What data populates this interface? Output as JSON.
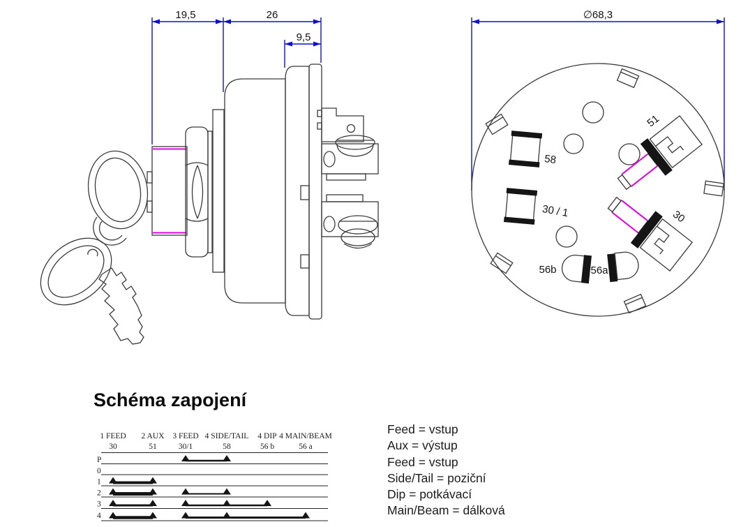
{
  "title": "Schéma zapojení",
  "side_view": {
    "dim_cylinder": "19,5",
    "dim_body": "26",
    "dim_rear": "9,5"
  },
  "rear_view": {
    "dim_diameter": "∅68,3",
    "labels": {
      "t58": "58",
      "t30_1": "30 / 1",
      "t51": "51",
      "t30": "30",
      "t56b": "56b",
      "t56a": "56a"
    }
  },
  "schema": {
    "columns": [
      {
        "name": "1 FEED",
        "terminal": "30"
      },
      {
        "name": "2 AUX",
        "terminal": "51"
      },
      {
        "name": "3 FEED",
        "terminal": "30/1"
      },
      {
        "name": "4 SIDE/TAIL",
        "terminal": "58"
      },
      {
        "name": "4 DIP",
        "terminal": "56 b"
      },
      {
        "name": "4 MAIN/BEAM",
        "terminal": "56 a"
      }
    ],
    "rows": [
      {
        "label": "P",
        "connections": [
          {
            "between": [
              "30/1",
              "58"
            ],
            "weight": 2.5
          }
        ]
      },
      {
        "label": "0",
        "connections": []
      },
      {
        "label": "1",
        "connections": [
          {
            "between": [
              "30",
              "51"
            ],
            "weight": 4
          }
        ]
      },
      {
        "label": "2",
        "connections": [
          {
            "between": [
              "30",
              "51"
            ],
            "weight": 5
          },
          {
            "between": [
              "30/1",
              "58"
            ],
            "weight": 2
          }
        ]
      },
      {
        "label": "3",
        "connections": [
          {
            "between": [
              "30",
              "51"
            ],
            "weight": 3
          },
          {
            "between": [
              "30/1",
              "58",
              "56 b"
            ],
            "weight": 2.5
          }
        ]
      },
      {
        "label": "4",
        "connections": [
          {
            "between": [
              "30",
              "51"
            ],
            "weight": 4.5
          },
          {
            "between": [
              "30/1",
              "58",
              "56 a"
            ],
            "weight": 3
          }
        ]
      }
    ]
  },
  "legend": {
    "lines": [
      "Feed = vstup",
      "Aux = výstup",
      "Feed = vstup",
      "Side/Tail = poziční",
      "Dip = potkávací",
      "Main/Beam = dálková"
    ]
  },
  "colors": {
    "dimension_blue": "#0f0fd0",
    "accent_magenta": "#e000e0",
    "drawing_line": "#3a3a3a",
    "bar_black": "#151515"
  }
}
